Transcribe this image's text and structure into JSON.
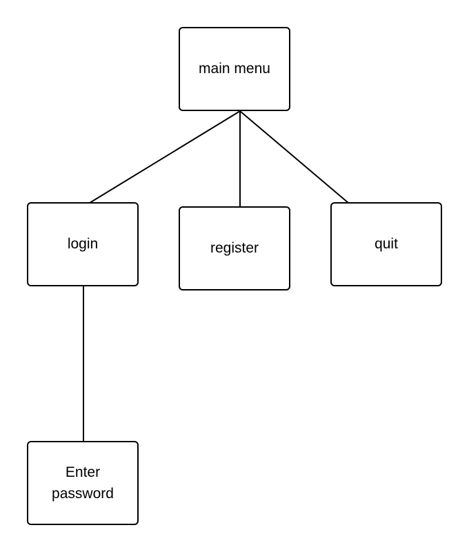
{
  "diagram": {
    "nodes": {
      "main_menu": {
        "label": "main menu"
      },
      "login": {
        "label": "login"
      },
      "register": {
        "label": "register"
      },
      "quit": {
        "label": "quit"
      },
      "enter_password": {
        "label_line1": "Enter",
        "label_line2": "password"
      }
    },
    "edges": [
      {
        "from": "main menu",
        "to": "login"
      },
      {
        "from": "main menu",
        "to": "register"
      },
      {
        "from": "main menu",
        "to": "quit"
      },
      {
        "from": "login",
        "to": "Enter password"
      }
    ],
    "colors": {
      "stroke": "#000000",
      "background": "#ffffff",
      "text": "#000000"
    }
  }
}
